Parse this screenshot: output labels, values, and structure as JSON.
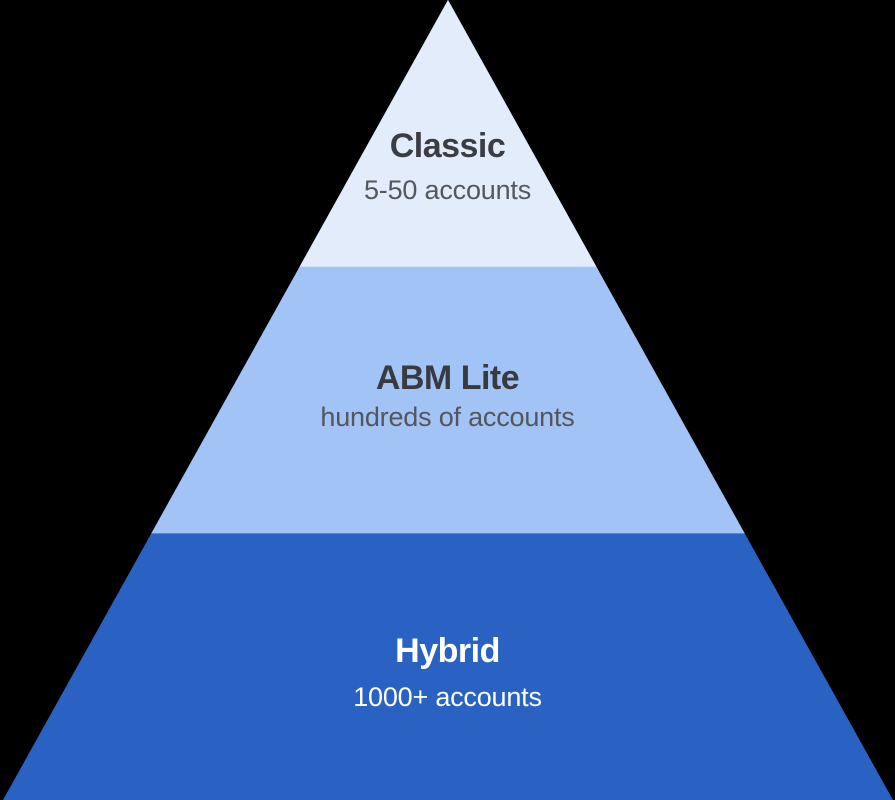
{
  "canvas": {
    "background_color": "#000000"
  },
  "pyramid": {
    "description": "Three-tier account segmentation pyramid",
    "tiers": [
      {
        "id": "classic",
        "title": "Classic",
        "subtitle": "5-50 accounts",
        "fill": "#e2ecfb",
        "title_color": "#3b3d42",
        "subtitle_color": "#55575c"
      },
      {
        "id": "abm-lite",
        "title": "ABM Lite",
        "subtitle": "hundreds of accounts",
        "fill": "#a2c3f6",
        "title_color": "#383a3f",
        "subtitle_color": "#54565b"
      },
      {
        "id": "hybrid",
        "title": "Hybrid",
        "subtitle": "1000+ accounts",
        "fill": "#2a62c3",
        "title_color": "#ffffff",
        "subtitle_color": "#fdfeff"
      }
    ]
  }
}
